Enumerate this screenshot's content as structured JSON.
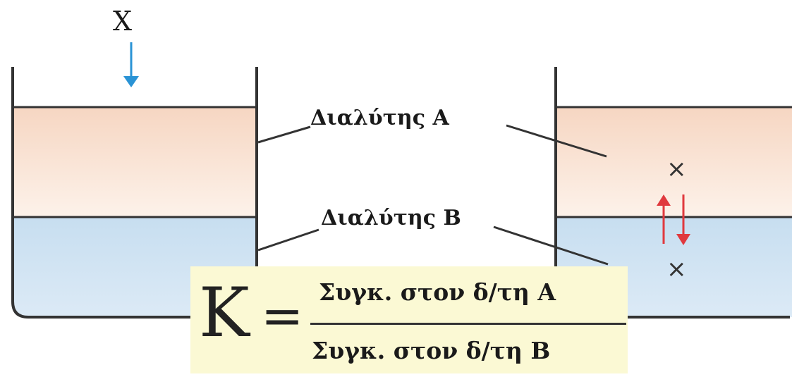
{
  "labels": {
    "solute": "X",
    "solvent_a": "Διαλύτης Α",
    "solvent_b": "Διαλύτης Β",
    "particle": "×"
  },
  "formula": {
    "symbol": "K",
    "equals": "=",
    "numerator": "Συγκ. στον δ/τη Α",
    "denominator": "Συγκ. στον δ/τη Β"
  },
  "colors": {
    "solvent_a": "#f8dcc8",
    "solvent_b": "#cfe2f1",
    "arrow_down_blue": "#2a93d5",
    "arrow_red": "#e0393e",
    "formula_bg": "#fbf9d4",
    "line": "#333333"
  }
}
